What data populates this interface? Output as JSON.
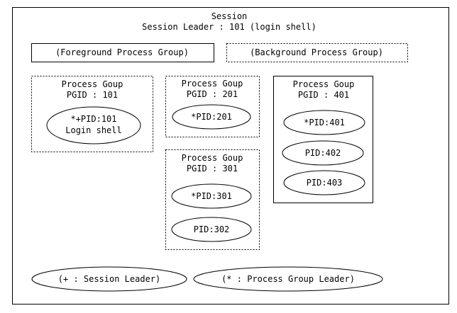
{
  "session": {
    "title": "Session",
    "leader": "Session Leader : 101 (login shell)"
  },
  "groups_legend": {
    "foreground": "(Foreground Process Group)",
    "background": "(Background Process Group)"
  },
  "process_groups": [
    {
      "title": "Process Goup",
      "pgid": "PGID : 101",
      "processes": [
        {
          "lines": [
            "*+PID:101",
            "Login shell"
          ]
        }
      ]
    },
    {
      "title": "Process Goup",
      "pgid": "PGID : 201",
      "processes": [
        {
          "lines": [
            "*PID:201"
          ]
        }
      ]
    },
    {
      "title": "Process Goup",
      "pgid": "PGID : 301",
      "processes": [
        {
          "lines": [
            "*PID:301"
          ]
        },
        {
          "lines": [
            "PID:302"
          ]
        }
      ]
    },
    {
      "title": "Process Goup",
      "pgid": "PGID : 401",
      "processes": [
        {
          "lines": [
            "*PID:401"
          ]
        },
        {
          "lines": [
            "PID:402"
          ]
        },
        {
          "lines": [
            "PID:403"
          ]
        }
      ]
    }
  ],
  "legend": {
    "session_leader": "(+ : Session Leader)",
    "group_leader": "(* : Process Group Leader)"
  }
}
